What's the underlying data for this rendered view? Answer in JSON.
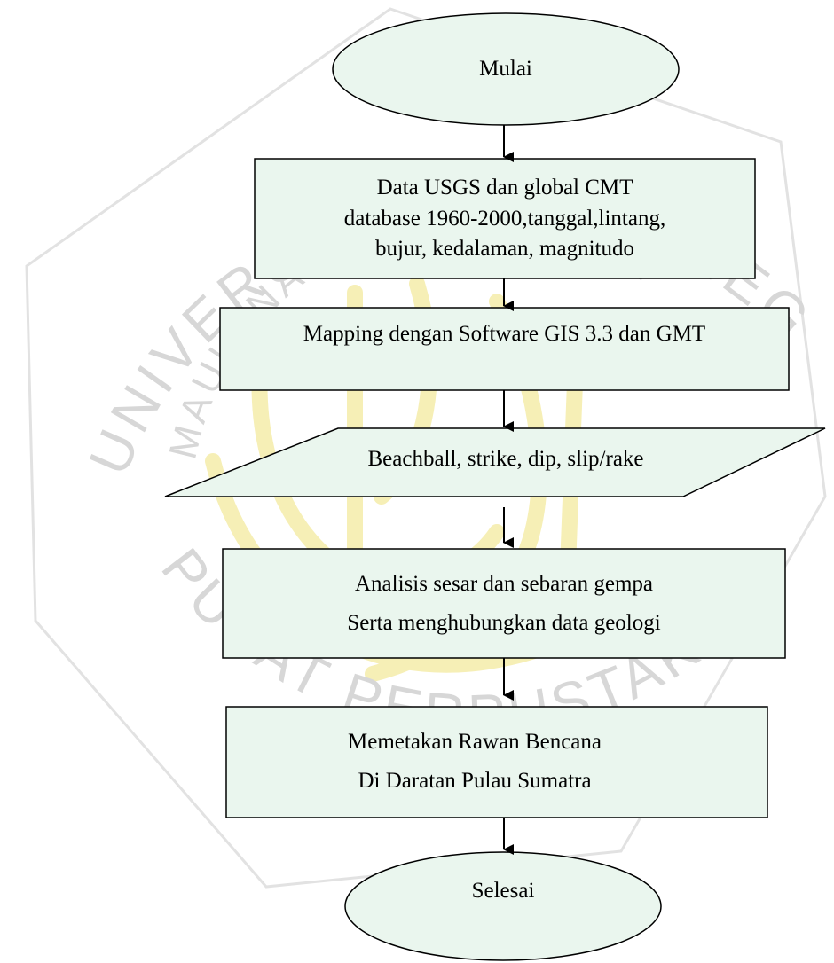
{
  "watermark": {
    "ring_top": "UNIVERSITAS ISLAM NEGERI",
    "ring_middle": "MAULANA MALIK IBRAHIM",
    "ring_bottom": "PUSAT PERPUSTAKAAN"
  },
  "colors": {
    "stroke": "#000000",
    "node_fill": "#eaf6ee",
    "watermark_text": "#d7d7d7",
    "watermark_emblem": "#f6efb6"
  },
  "flowchart": {
    "start": {
      "shape": "ellipse",
      "label": "Mulai"
    },
    "input_data": {
      "shape": "rectangle",
      "lines": [
        "Data USGS dan global CMT",
        "database 1960-2000,tanggal,lintang,",
        "bujur, kedalaman, magnitudo"
      ]
    },
    "mapping": {
      "shape": "rectangle",
      "label": "Mapping dengan Software GIS 3.3 dan GMT"
    },
    "output": {
      "shape": "parallelogram",
      "label": "Beachball, strike, dip, slip/rake"
    },
    "analysis": {
      "shape": "rectangle",
      "lines": [
        "Analisis sesar dan sebaran gempa",
        "Serta menghubungkan data geologi"
      ]
    },
    "mapping_hazard": {
      "shape": "rectangle",
      "lines": [
        "Memetakan Rawan Bencana",
        "Di Daratan Pulau Sumatra"
      ]
    },
    "end": {
      "shape": "ellipse",
      "label": "Selesai"
    }
  }
}
